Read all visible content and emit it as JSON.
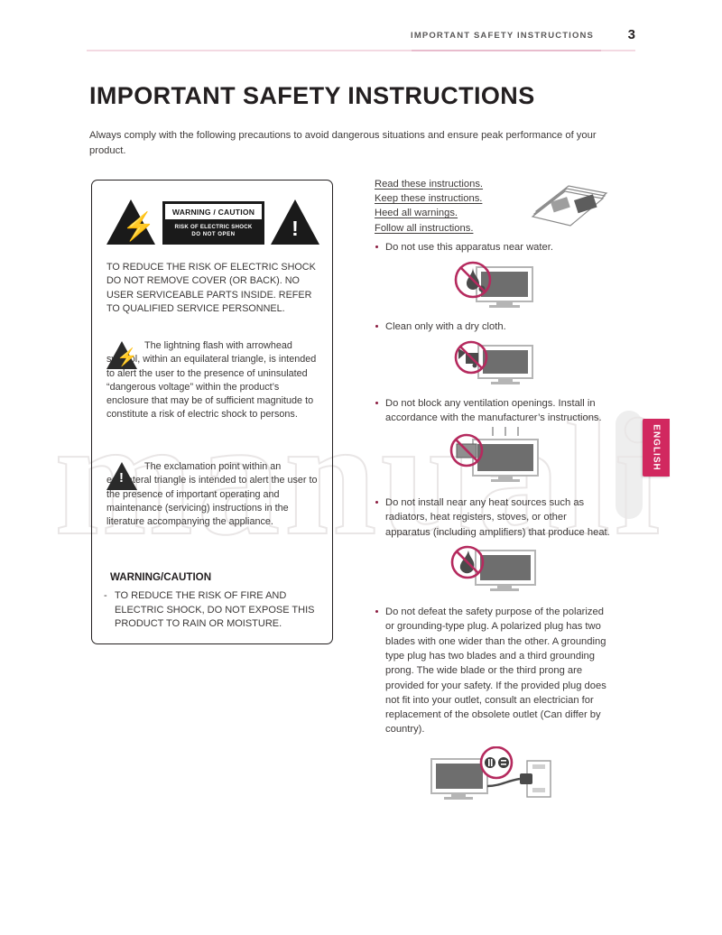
{
  "header": {
    "title": "IMPORTANT SAFETY INSTRUCTIONS",
    "page_number": "3"
  },
  "page": {
    "title": "IMPORTANT SAFETY INSTRUCTIONS",
    "intro": "Always comply with the following precautions to avoid dangerous situations and ensure peak performance of your product."
  },
  "watermark": {
    "text": "manuali"
  },
  "warning_box": {
    "symbol_caption": {
      "title": "WARNING / CAUTION",
      "line1": "RISK OF ELECTRIC SHOCK",
      "line2": "DO NOT OPEN"
    },
    "main_notice": "TO REDUCE THE RISK OF ELECTRIC SHOCK DO NOT REMOVE COVER (OR BACK). NO USER SERVICEABLE PARTS INSIDE. REFER TO QUALIFIED SERVICE PERSONNEL.",
    "lightning_paragraph": "The lightning flash with arrowhead symbol, within an equilateral triangle, is intended to alert the user to the presence of uninsulated “dangerous voltage” within the product’s enclosure that may be of sufficient magnitude to constitute a risk of electric shock to persons.",
    "exclamation_paragraph": "The exclamation point within an equilateral triangle is intended to alert the user to the presence of important operating and maintenance (servicing) instructions in the literature accompanying the appliance.",
    "warning_caution_heading": "WARNING/CAUTION",
    "warning_caution_dash": "-",
    "warning_caution_text": "TO REDUCE THE RISK OF FIRE AND ELECTRIC SHOCK, DO NOT EXPOSE THIS PRODUCT TO RAIN OR MOISTURE."
  },
  "instructions_list": [
    "Read these instructions.",
    "Keep these instructions.",
    "Heed all warnings.",
    "Follow all instructions."
  ],
  "bullets": [
    {
      "text": "Do not use this apparatus near water.",
      "icon": "no-water-tv-icon"
    },
    {
      "text": "Clean only with a dry cloth.",
      "icon": "no-spray-tv-icon"
    },
    {
      "text": "Do not block any ventilation openings. Install in accordance with the manufacturer’s instructions.",
      "icon": "no-block-vent-tv-icon"
    },
    {
      "text": "Do not install near any heat sources such as radiators, heat registers, stoves, or other apparatus (including amplifiers) that produce heat.",
      "icon": "no-heat-tv-icon"
    },
    {
      "text": "Do not defeat the safety purpose of the polarized or grounding-type plug. A polarized plug has two blades with one wider than the other. A grounding type plug has two blades and a third grounding prong. The wide blade or the third prong are provided for your safety. If the provided plug does not fit into your outlet, consult an electrician for replacement of the obsolete outlet (Can differ by country).",
      "icon": "tv-plug-outlet-icon"
    }
  ],
  "side_tab": {
    "label": "ENGLISH",
    "color": "#d1285f"
  },
  "colors": {
    "rule": "#f3d9e2",
    "accent": "#d1285f",
    "bullet": "#8c1d41",
    "prohibition": "#b52a5e",
    "text": "#3e3a39"
  }
}
